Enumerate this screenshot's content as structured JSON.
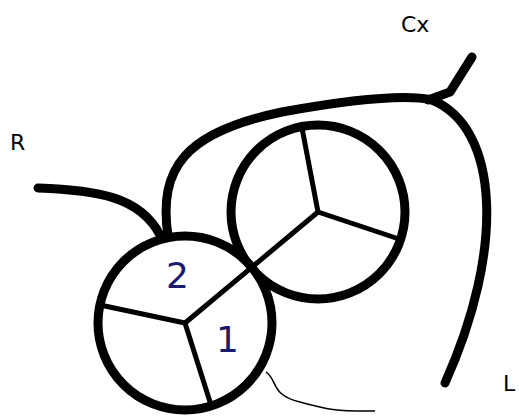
{
  "diagram": {
    "labels": [
      "Cx",
      "R",
      "2",
      "1",
      "L"
    ]
  }
}
